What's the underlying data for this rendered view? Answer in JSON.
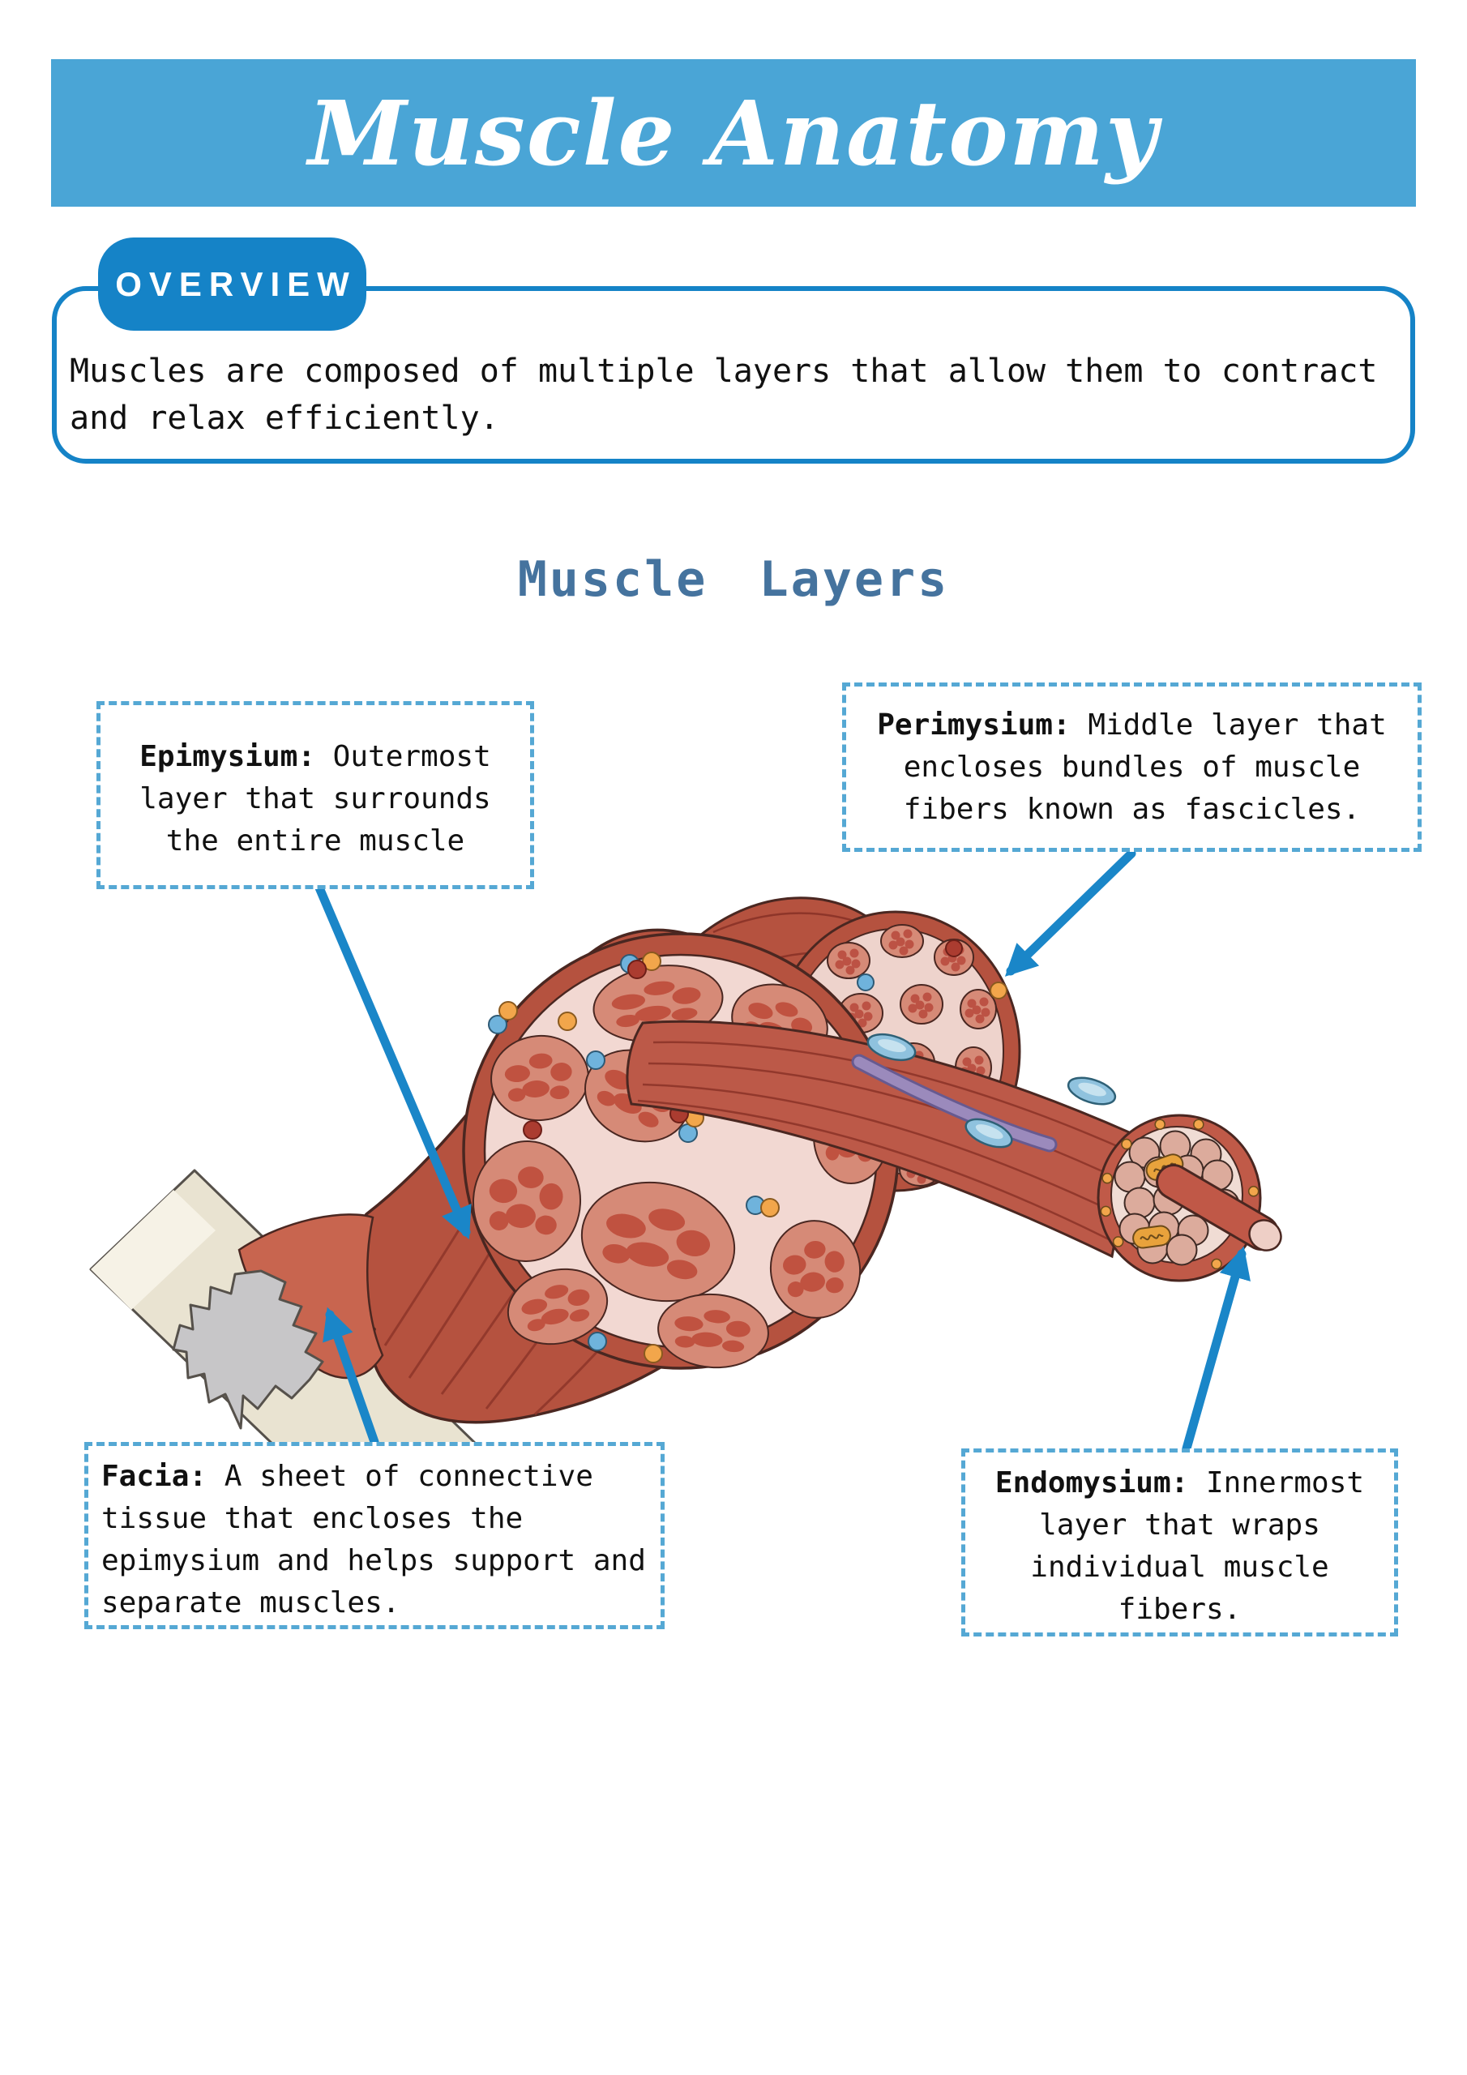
{
  "banner": {
    "title": "Muscle Anatomy",
    "bg_color": "#4aa5d6",
    "text_color": "#ffffff"
  },
  "overview": {
    "badge": "OVERVIEW",
    "badge_bg": "#1583c7",
    "text": "Muscles are composed of multiple layers that allow them to contract and relax efficiently."
  },
  "section": {
    "title": "Muscle Layers",
    "color": "#45739e"
  },
  "callouts": {
    "epimysium": {
      "term": "Epimysium:",
      "desc": " Outermost layer that surrounds the entire muscle"
    },
    "perimysium": {
      "term": "Perimysium:",
      "desc": " Middle layer that encloses bundles of muscle fibers known as fascicles."
    },
    "facia": {
      "term": "Facia:",
      "desc": " A sheet of connective tissue that encloses the epimysium and helps support and separate muscles."
    },
    "endomysium": {
      "term": "Endomysium:",
      "desc": " Innermost layer that wraps individual muscle fibers."
    }
  },
  "colors": {
    "accent_blue": "#1a86c8",
    "banner_blue": "#4aa5d6",
    "badge_blue": "#1583c7",
    "dashed_border_blue": "#55a8d4",
    "title_blue": "#45739e",
    "muscle_red": "#b5523f",
    "fascicle_salmon": "#d68a77",
    "fiber_red": "#c05240",
    "cross_section_pink": "#f2d8d2",
    "bone_cream": "#e9e3d1",
    "tendon_gray": "#c7c6c8",
    "nerve_purple": "#9b8abc",
    "capillary_blue": "#8fc2de",
    "mitochondria_orange": "#e8a23c"
  }
}
